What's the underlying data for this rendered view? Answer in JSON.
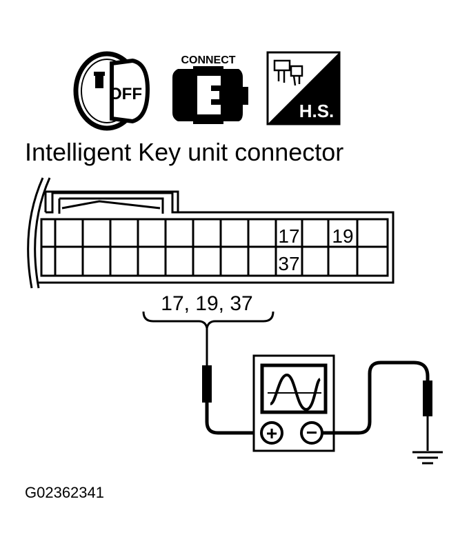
{
  "icons": {
    "ignition": {
      "icon": "ignition-key-off-icon",
      "label": "OFF"
    },
    "connect": {
      "icon": "connector-connect-icon",
      "label": "CONNECT"
    },
    "harness": {
      "icon": "harness-side-icon",
      "label": "H.S."
    }
  },
  "title": "Intelligent Key unit connector",
  "connector": {
    "pins_row1": [
      "17",
      "19"
    ],
    "pins_row2": [
      "37"
    ]
  },
  "test_pins_label": "17, 19, 37",
  "oscilloscope": {
    "icon": "oscilloscope-icon",
    "positive_symbol": "+",
    "negative_symbol": "−"
  },
  "ground": {
    "icon": "ground-icon"
  },
  "figure_code": "G02362341"
}
